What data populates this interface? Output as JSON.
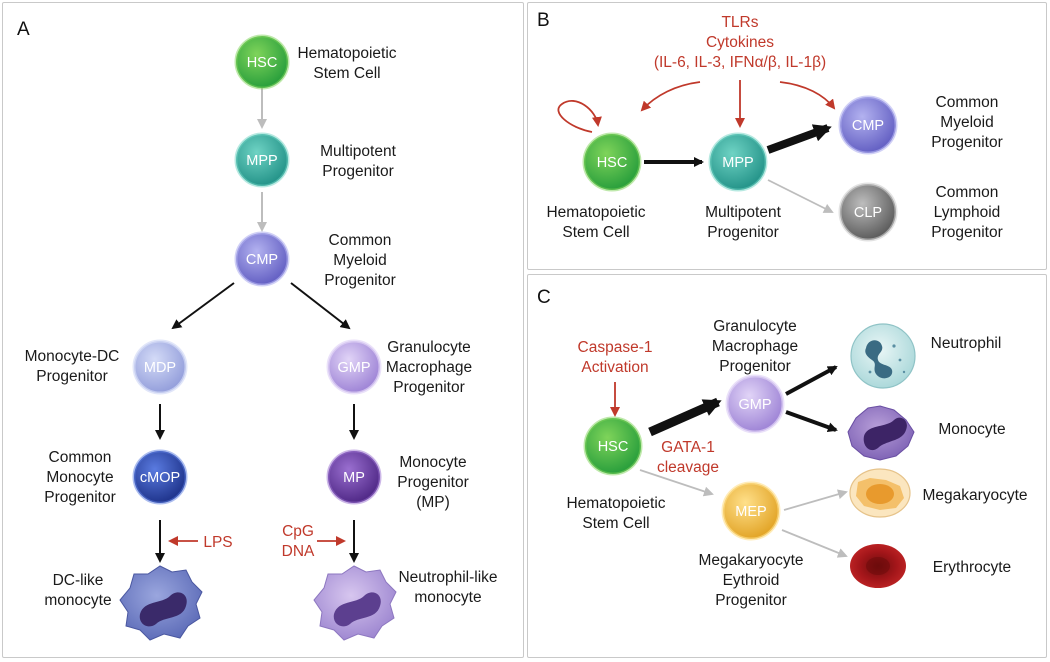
{
  "panel_a": {
    "letter": "A",
    "hsc": {
      "abbr": "HSC",
      "name1": "Hematopoietic",
      "name2": "Stem Cell"
    },
    "mpp": {
      "abbr": "MPP",
      "name1": "Multipotent",
      "name2": "Progenitor"
    },
    "cmp": {
      "abbr": "CMP",
      "name1": "Common",
      "name2": "Myeloid",
      "name3": "Progenitor"
    },
    "mdp": {
      "abbr": "MDP",
      "name1": "Monocyte-DC",
      "name2": "Progenitor"
    },
    "gmp": {
      "abbr": "GMP",
      "name1": "Granulocyte",
      "name2": "Macrophage",
      "name3": "Progenitor"
    },
    "cmop": {
      "abbr": "cMOP",
      "name1": "Common",
      "name2": "Monocyte",
      "name3": "Progenitor"
    },
    "mp": {
      "abbr": "MP",
      "name1": "Monocyte",
      "name2": "Progenitor",
      "name3": "(MP)"
    },
    "lps": "LPS",
    "cpg1": "CpG",
    "cpg2": "DNA",
    "dc_mono1": "DC-like",
    "dc_mono2": "monocyte",
    "neut_mono1": "Neutrophil-like",
    "neut_mono2": "monocyte"
  },
  "panel_b": {
    "letter": "B",
    "signal1": "TLRs",
    "signal2": "Cytokines",
    "signal3": "(IL-6, IL-3, IFNα/β, IL-1β)",
    "hsc": {
      "abbr": "HSC",
      "name1": "Hematopoietic",
      "name2": "Stem Cell"
    },
    "mpp": {
      "abbr": "MPP",
      "name1": "Multipotent",
      "name2": "Progenitor"
    },
    "cmp": {
      "abbr": "CMP",
      "name1": "Common",
      "name2": "Myeloid",
      "name3": "Progenitor"
    },
    "clp": {
      "abbr": "CLP",
      "name1": "Common",
      "name2": "Lymphoid",
      "name3": "Progenitor"
    }
  },
  "panel_c": {
    "letter": "C",
    "casp1": "Caspase-1",
    "casp2": "Activation",
    "gata1": "GATA-1",
    "gata2": "cleavage",
    "hsc": {
      "abbr": "HSC",
      "name1": "Hematopoietic",
      "name2": "Stem Cell"
    },
    "gmp": {
      "abbr": "GMP",
      "name1": "Granulocyte",
      "name2": "Macrophage",
      "name3": "Progenitor"
    },
    "mep": {
      "abbr": "MEP",
      "name1": "Megakaryocyte",
      "name2": "Eythroid",
      "name3": "Progenitor"
    },
    "neutrophil": "Neutrophil",
    "monocyte": "Monocyte",
    "megakaryocyte": "Megakaryocyte",
    "erythrocyte": "Erythrocyte"
  },
  "colors": {
    "hsc": "#3fae49",
    "mpp": "#2aa198",
    "cmp": "#7b78d4",
    "mdp": "#a9b3e6",
    "gmp": "#b39ce0",
    "cmop": "#2e4aa8",
    "mp": "#6a3fa0",
    "clp": "#7a7a7a",
    "mep": "#f0b43a",
    "red_text": "#c0392b"
  }
}
